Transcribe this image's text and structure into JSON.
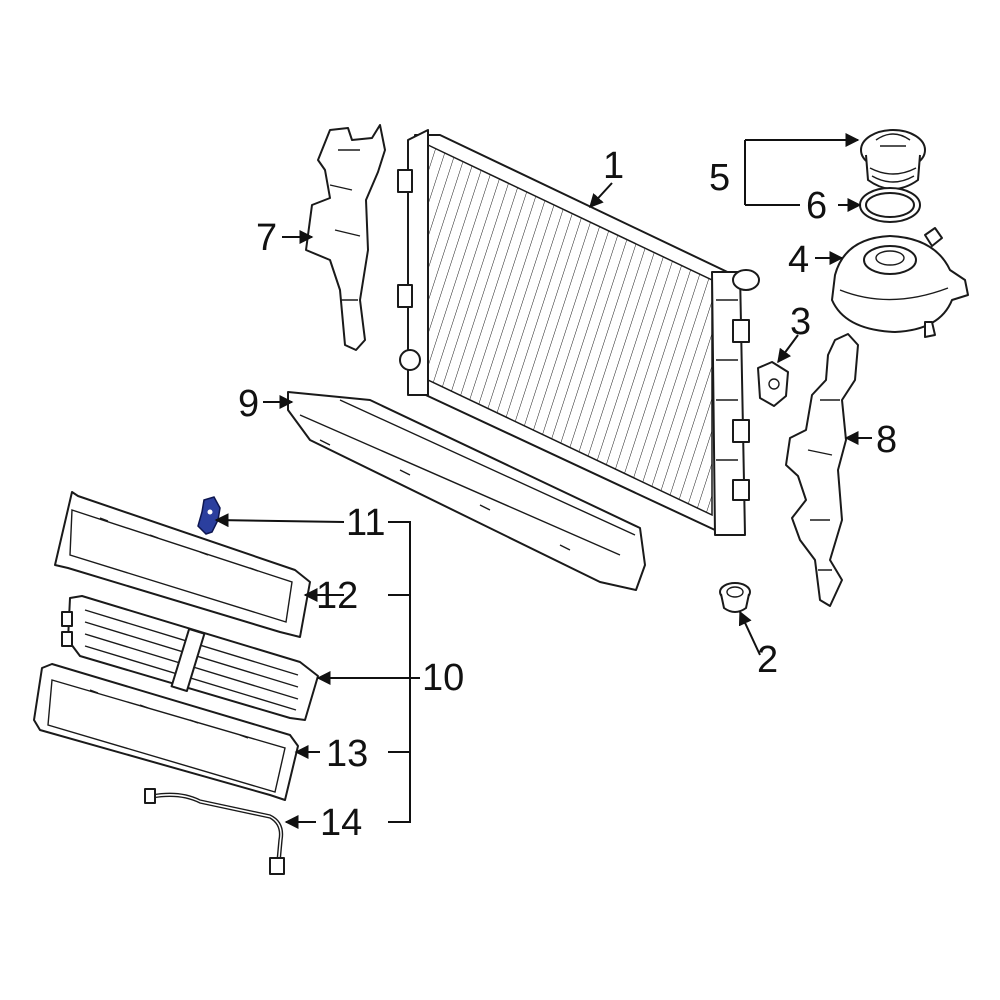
{
  "callouts": {
    "c1": "1",
    "c2": "2",
    "c3": "3",
    "c4": "4",
    "c5": "5",
    "c6": "6",
    "c7": "7",
    "c8": "8",
    "c9": "9",
    "c10": "10",
    "c11": "11",
    "c12": "12",
    "c13": "13",
    "c14": "14"
  },
  "colors": {
    "line": "#1a1a1a",
    "highlight": "#2b3f9e",
    "background": "#ffffff"
  }
}
